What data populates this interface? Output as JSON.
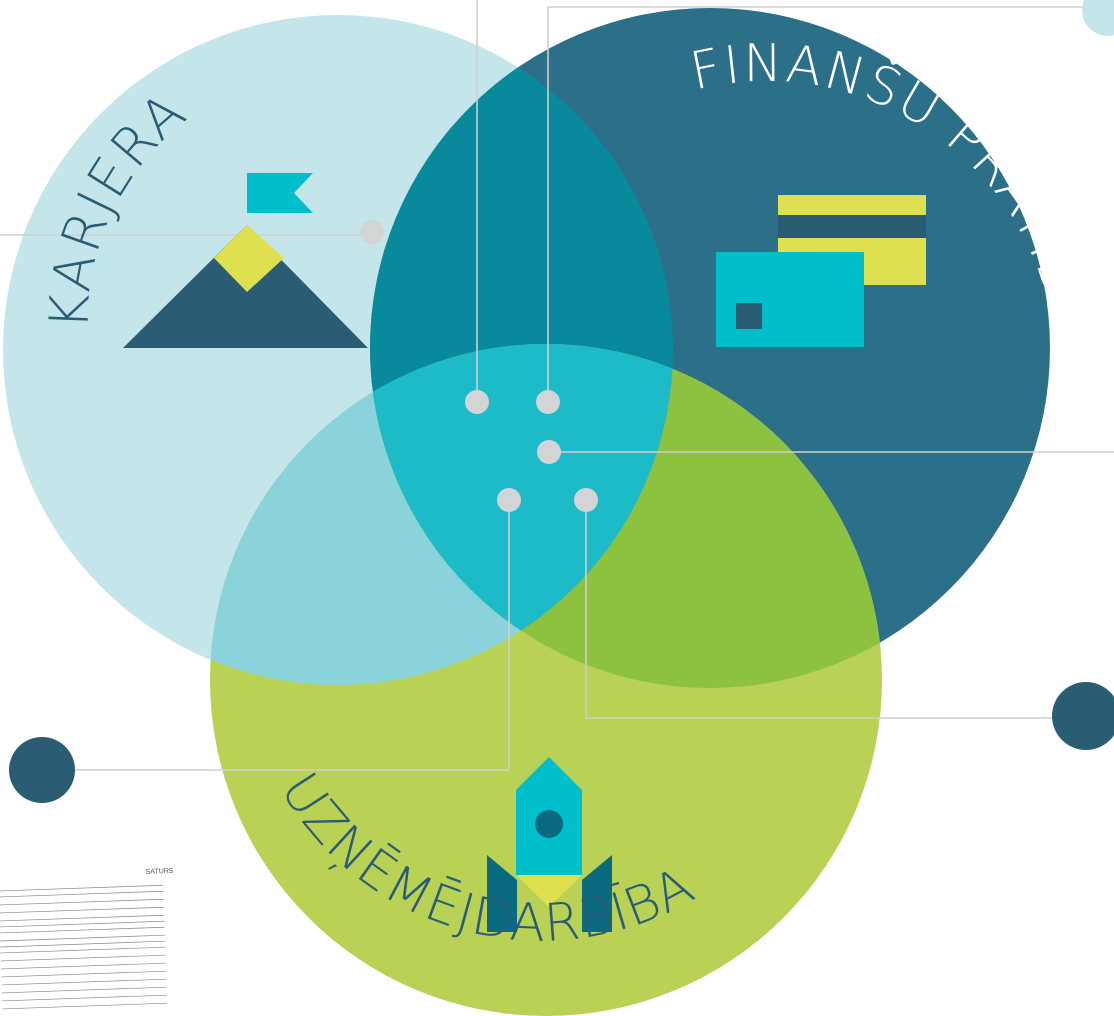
{
  "circles": {
    "career": {
      "label": "KARJERA",
      "color": "#c4e6ea",
      "label_color": "#2a5c74"
    },
    "finance": {
      "label": "FINANŠU PRATĪBA",
      "color": "#2b6f88",
      "label_color": "#ffffff"
    },
    "business": {
      "label": "UZŅĒMĒJDARBĪBA",
      "color": "#b9d154",
      "label_color": "#2a5c74"
    }
  },
  "overlaps": {
    "career_finance": "#098a9c",
    "career_business": "#8bd3da",
    "finance_business": "#8dc140",
    "center": "#1dbac8"
  },
  "colors": {
    "dot": "#d3d4d6",
    "connector_line": "#cfcfcf",
    "big_dot": "#2a5c74",
    "icon_teal": "#00bfcb",
    "icon_yellow": "#dfe04f",
    "icon_dark": "#2a5c74"
  },
  "icons": {
    "career": "mountain-flag-icon",
    "finance": "credit-cards-icon",
    "business": "rocket-icon"
  },
  "document": {
    "title": "SATURS"
  }
}
